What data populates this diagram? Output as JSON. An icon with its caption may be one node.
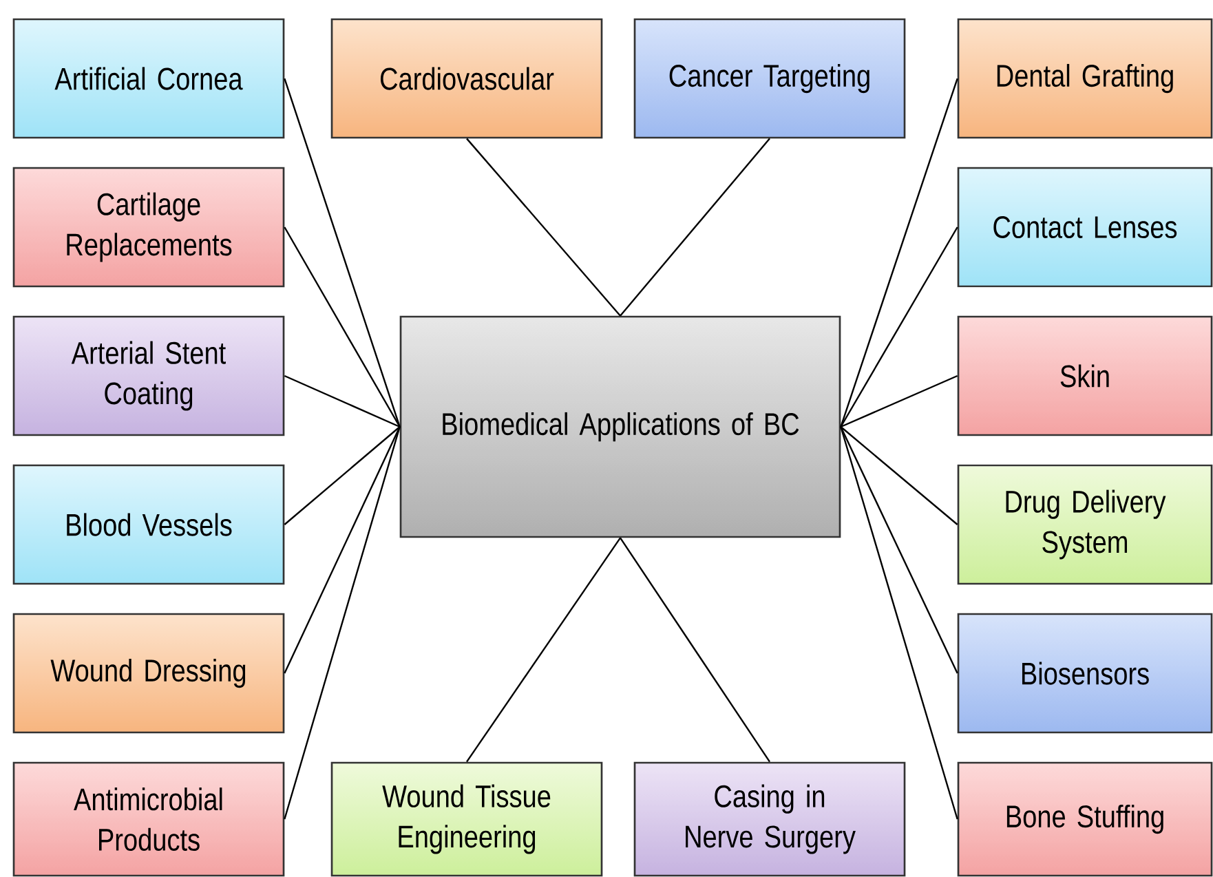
{
  "diagram": {
    "nodes": [
      {
        "text": [
          "Artificial Cornea"
        ]
      },
      {
        "text": [
          "Cardiovascular"
        ]
      },
      {
        "text": [
          "Cancer Targeting"
        ]
      },
      {
        "text": [
          "Dental Grafting"
        ]
      },
      {
        "text": [
          "Cartilage Replacements"
        ]
      },
      {
        "text": [
          "Contact Lenses"
        ]
      },
      {
        "text": [
          "Arterial Stent Coating"
        ]
      },
      {
        "text": [
          "Biomedical Applications of BC"
        ]
      },
      {
        "text": [
          "Skin"
        ]
      },
      {
        "text": [
          "Blood Vessels"
        ]
      },
      {
        "text": [
          "Drug Delivery System"
        ]
      },
      {
        "text": [
          "Wound Dressing"
        ]
      },
      {
        "text": [
          "Biosensors"
        ]
      },
      {
        "text": [
          "Antimicrobial Products"
        ]
      },
      {
        "text": [
          "Wound Tissue Engineering"
        ]
      },
      {
        "text": [
          "Casing in Nerve Surgery"
        ]
      },
      {
        "text": [
          "Bone Stuffing"
        ]
      }
    ],
    "edges": [
      {
        "from": 7,
        "to": 0,
        "arrow": "none"
      },
      {
        "from": 7,
        "to": 1,
        "arrow": "none"
      },
      {
        "from": 7,
        "to": 2,
        "arrow": "none"
      },
      {
        "from": 7,
        "to": 3,
        "arrow": "none"
      },
      {
        "from": 7,
        "to": 4,
        "arrow": "none"
      },
      {
        "from": 7,
        "to": 5,
        "arrow": "none"
      },
      {
        "from": 7,
        "to": 6,
        "arrow": "none"
      },
      {
        "from": 7,
        "to": 8,
        "arrow": "none"
      },
      {
        "from": 7,
        "to": 9,
        "arrow": "none"
      },
      {
        "from": 7,
        "to": 10,
        "arrow": "none"
      },
      {
        "from": 7,
        "to": 11,
        "arrow": "none"
      },
      {
        "from": 7,
        "to": 12,
        "arrow": "none"
      },
      {
        "from": 7,
        "to": 13,
        "arrow": "none"
      },
      {
        "from": 7,
        "to": 14,
        "arrow": "none"
      },
      {
        "from": 7,
        "to": 15,
        "arrow": "none"
      },
      {
        "from": 7,
        "to": 16,
        "arrow": "none"
      }
    ]
  }
}
